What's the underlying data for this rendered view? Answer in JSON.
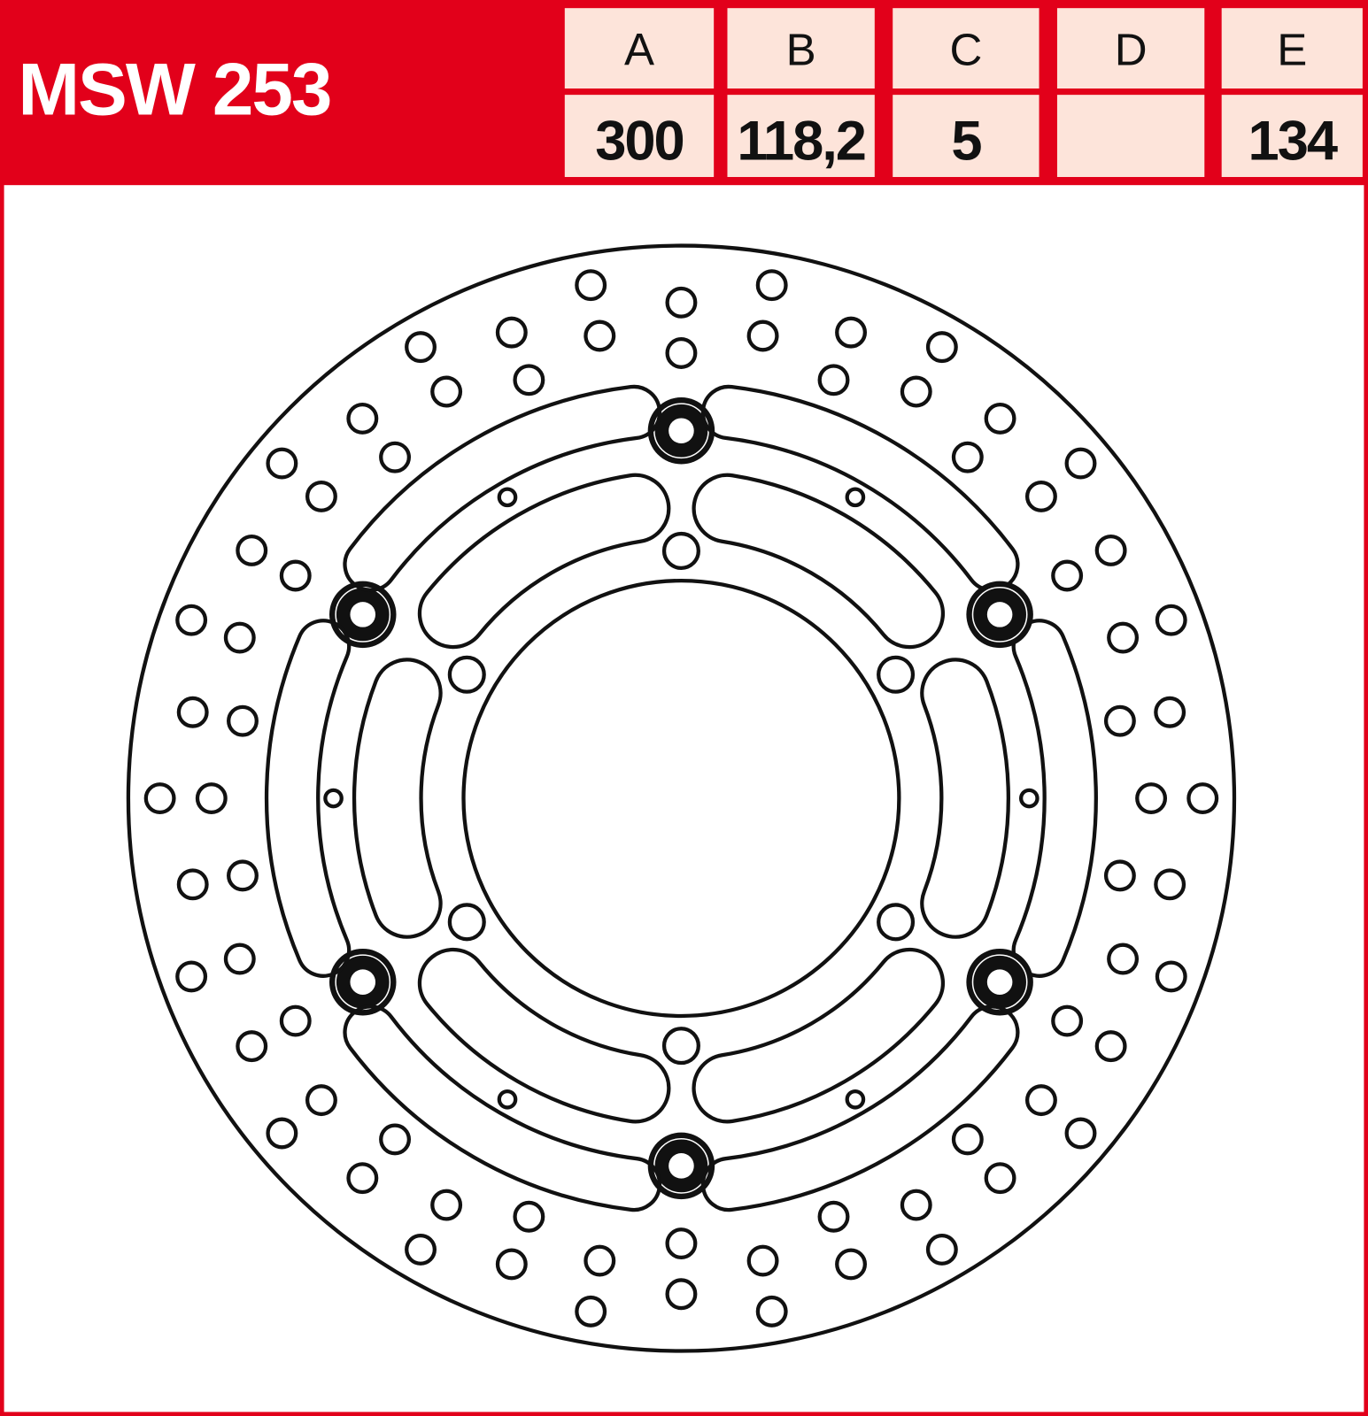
{
  "title": "MSW 253",
  "colors": {
    "brand_red": "#e2001a",
    "cell_bg": "#fde4da",
    "line": "#111111"
  },
  "spec_table": {
    "columns": [
      {
        "label": "A",
        "value": "300"
      },
      {
        "label": "B",
        "value": "118,2"
      },
      {
        "label": "C",
        "value": "5"
      },
      {
        "label": "D",
        "value": ""
      },
      {
        "label": "E",
        "value": "134"
      }
    ]
  },
  "disc": {
    "bolt_count": 6,
    "drilled_holes_per_ring_pair": 36
  }
}
